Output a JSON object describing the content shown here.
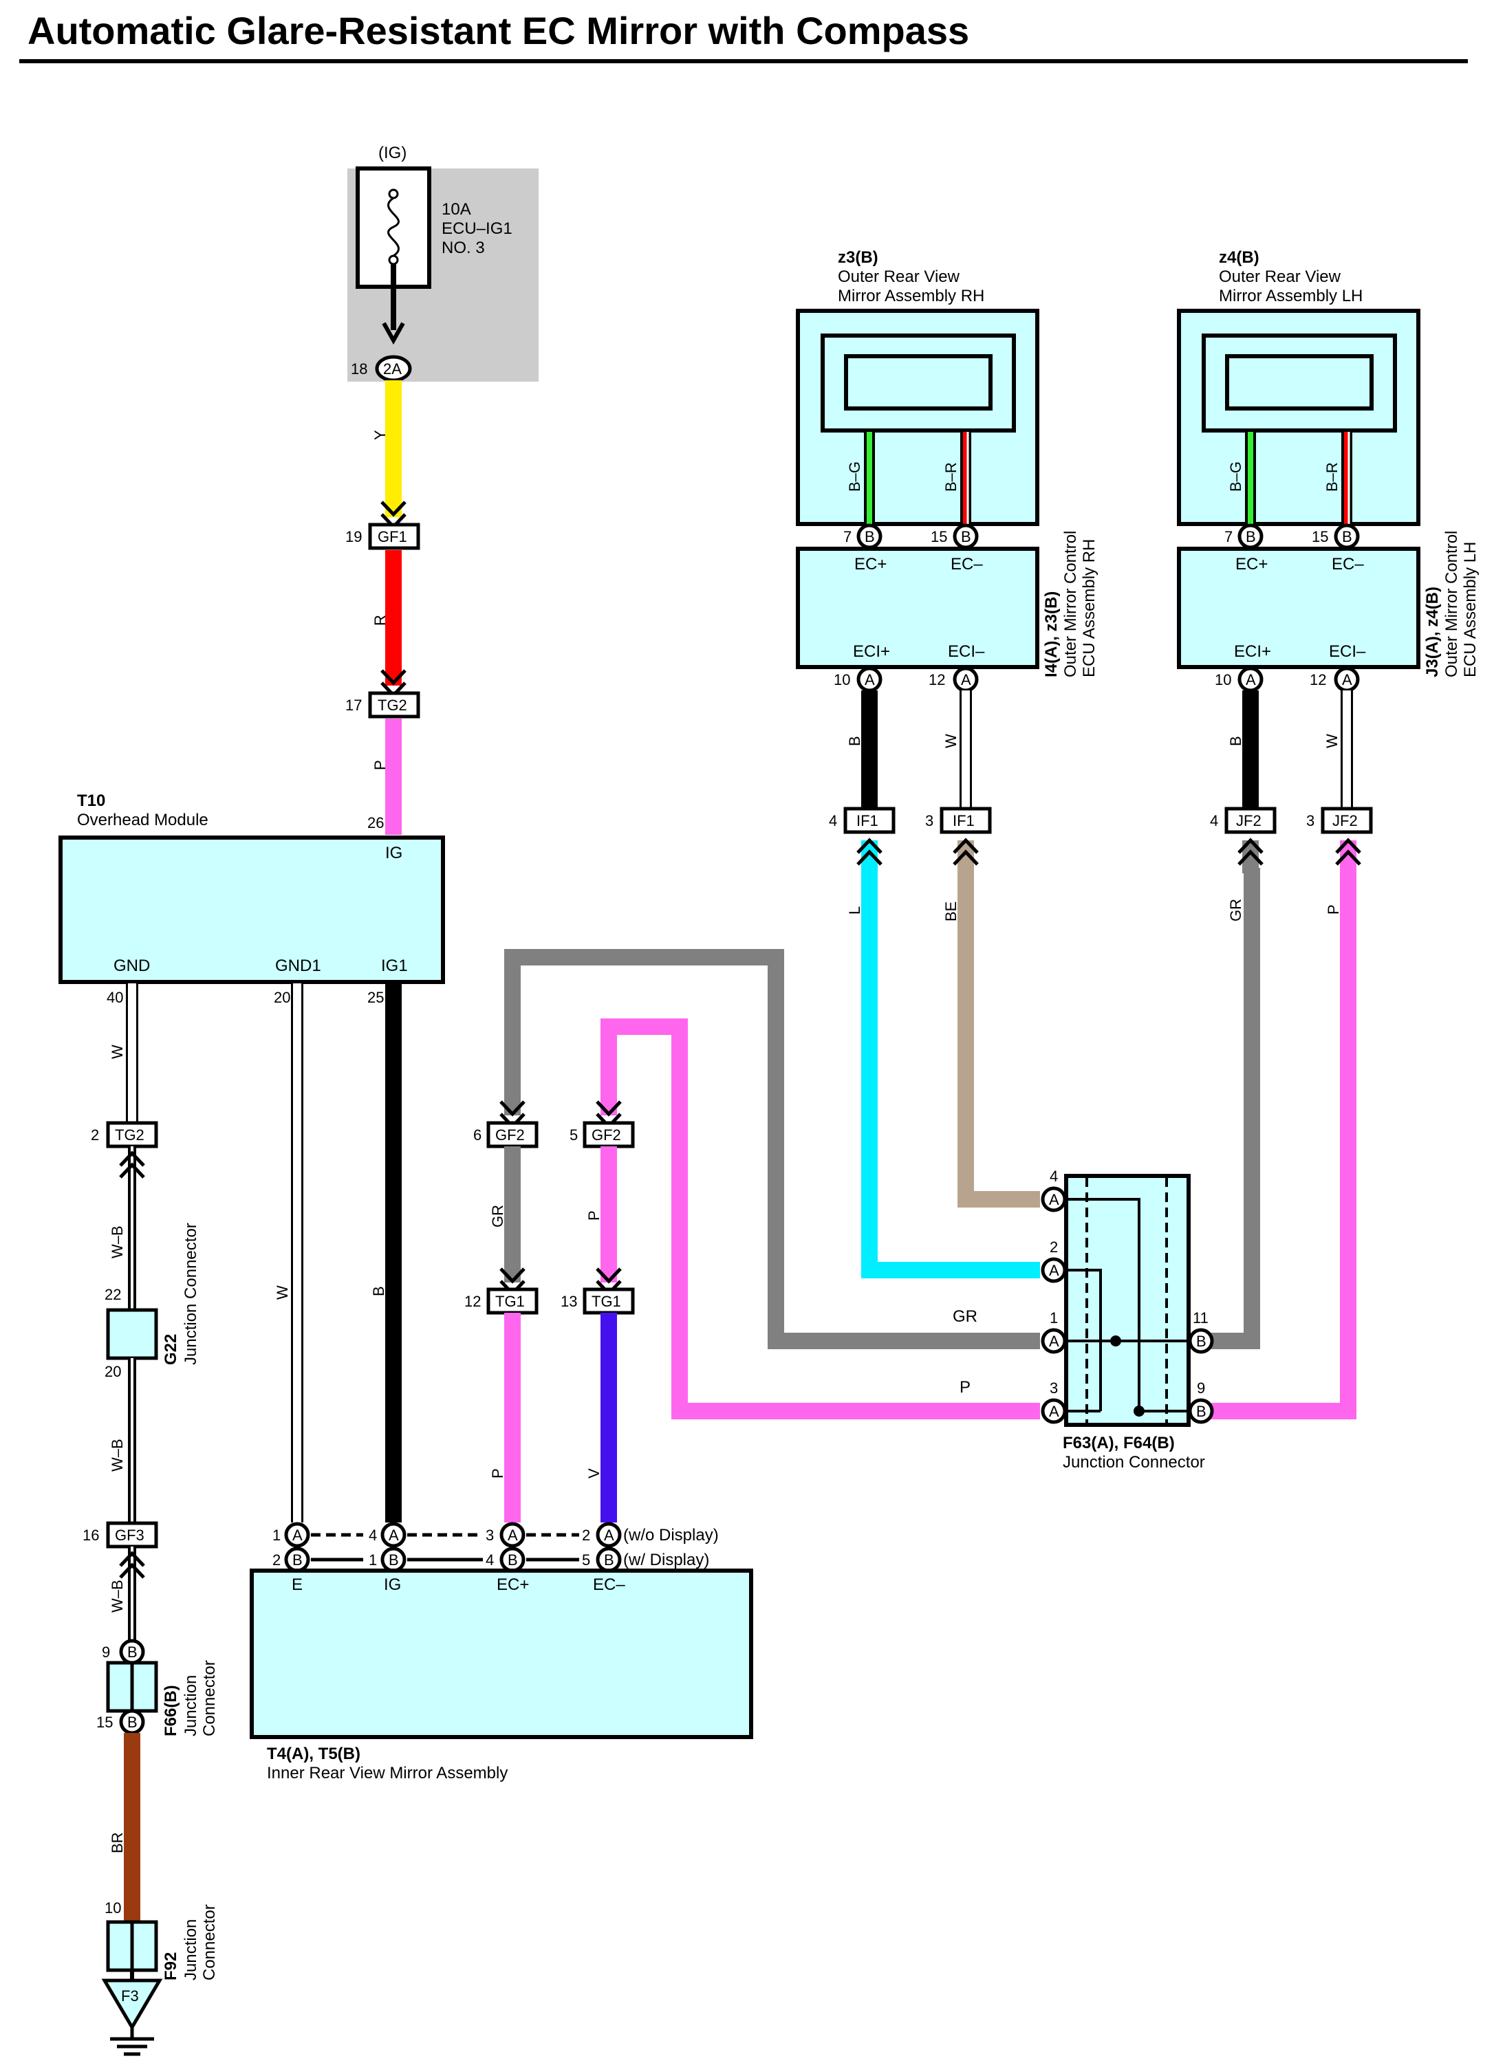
{
  "title": "Automatic Glare-Resistant EC Mirror with Compass",
  "fuse": {
    "group": "(IG)",
    "rating": "10A",
    "name": "ECU–IG1",
    "number": "NO. 3",
    "pin": "18",
    "connector": "2A"
  },
  "z3": {
    "id": "z3(B)",
    "line1": "Outer Rear View",
    "line2": "Mirror Assembly RH",
    "pin1": "7",
    "pin2": "15",
    "conn": "B",
    "wire1": "B–G",
    "wire2": "B–R"
  },
  "z4": {
    "id": "z4(B)",
    "line1": "Outer Rear View",
    "line2": "Mirror Assembly LH",
    "pin1": "7",
    "pin2": "15",
    "conn": "B",
    "wire1": "B–G",
    "wire2": "B–R"
  },
  "ecu_rh": {
    "id": "I4(A), z3(B)",
    "line1": "Outer Mirror Control",
    "line2": "ECU Assembly RH",
    "ec_plus": "EC+",
    "ec_minus": "EC–",
    "eci_plus": "ECI+",
    "eci_minus": "ECI–",
    "pin1": "10",
    "pin2": "12",
    "conn": "A"
  },
  "ecu_lh": {
    "id": "J3(A), z4(B)",
    "line1": "Outer Mirror Control",
    "line2": "ECU Assembly LH",
    "ec_plus": "EC+",
    "ec_minus": "EC–",
    "eci_plus": "ECI+",
    "eci_minus": "ECI–",
    "pin1": "10",
    "pin2": "12",
    "conn": "A"
  },
  "t10": {
    "id": "T10",
    "name": "Overhead Module",
    "ig": "IG",
    "ig_pin": "26",
    "gnd": "GND",
    "gnd_pin": "40",
    "gnd1": "GND1",
    "gnd1_pin": "20",
    "ig1": "IG1",
    "ig1_pin": "25"
  },
  "wires": {
    "y": "Y",
    "r": "R",
    "p": "P",
    "b": "B",
    "w": "W",
    "wb": "W–B",
    "br": "BR",
    "gr": "GR",
    "v": "V",
    "l": "L",
    "be": "BE"
  },
  "connectors": {
    "gf1": "GF1",
    "gf1_pin": "19",
    "tg2": "TG2",
    "tg2_pin": "17",
    "tg2b_pin": "2",
    "gf2": "GF2",
    "gf2a_pin": "6",
    "gf2b_pin": "5",
    "tg1": "TG1",
    "tg1a_pin": "12",
    "tg1b_pin": "13",
    "gf3": "GF3",
    "gf3_pin": "16",
    "if1": "IF1",
    "if1a_pin": "4",
    "if1b_pin": "3",
    "jf2": "JF2",
    "jf2a_pin": "4",
    "jf2b_pin": "3"
  },
  "g22": {
    "id": "G22",
    "name": "Junction Connector",
    "pin_top": "22",
    "pin_bot": "20"
  },
  "f66": {
    "id": "F66(B)",
    "line1": "Junction",
    "line2": "Connector",
    "pin_top": "9",
    "pin_bot": "15",
    "conn": "B"
  },
  "f92": {
    "id": "F92",
    "line1": "Junction",
    "line2": "Connector",
    "pin": "10",
    "ground": "F3"
  },
  "f63": {
    "id": "F63(A), F64(B)",
    "name": "Junction Connector",
    "pa4": "4",
    "pa2": "2",
    "pa1": "1",
    "pa3": "3",
    "pb11": "11",
    "pb9": "9",
    "a": "A",
    "b": "B",
    "gr": "GR",
    "p": "P"
  },
  "mirror": {
    "id": "T4(A), T5(B)",
    "name": "Inner Rear View Mirror Assembly",
    "e": "E",
    "ig": "IG",
    "ec_plus": "EC+",
    "ec_minus": "EC–",
    "a": "A",
    "b": "B",
    "e_a": "1",
    "e_b": "2",
    "ig_a": "4",
    "ig_b": "1",
    "ecp_a": "3",
    "ecp_b": "4",
    "ecm_a": "2",
    "ecm_b": "5",
    "wo_display": "(w/o Display)",
    "w_display": "(w/ Display)"
  },
  "colors": {
    "Y": "#ffee00",
    "R": "#ff0000",
    "P": "#ff66ee",
    "B": "#000000",
    "W": "#ffffff",
    "GR": "#808080",
    "V": "#4411ee",
    "L": "#00eeff",
    "BE": "#b8a48e",
    "BR": "#9a3a10",
    "G": "#33ee33",
    "box": "#ccffff",
    "shade": "#cccccc"
  }
}
